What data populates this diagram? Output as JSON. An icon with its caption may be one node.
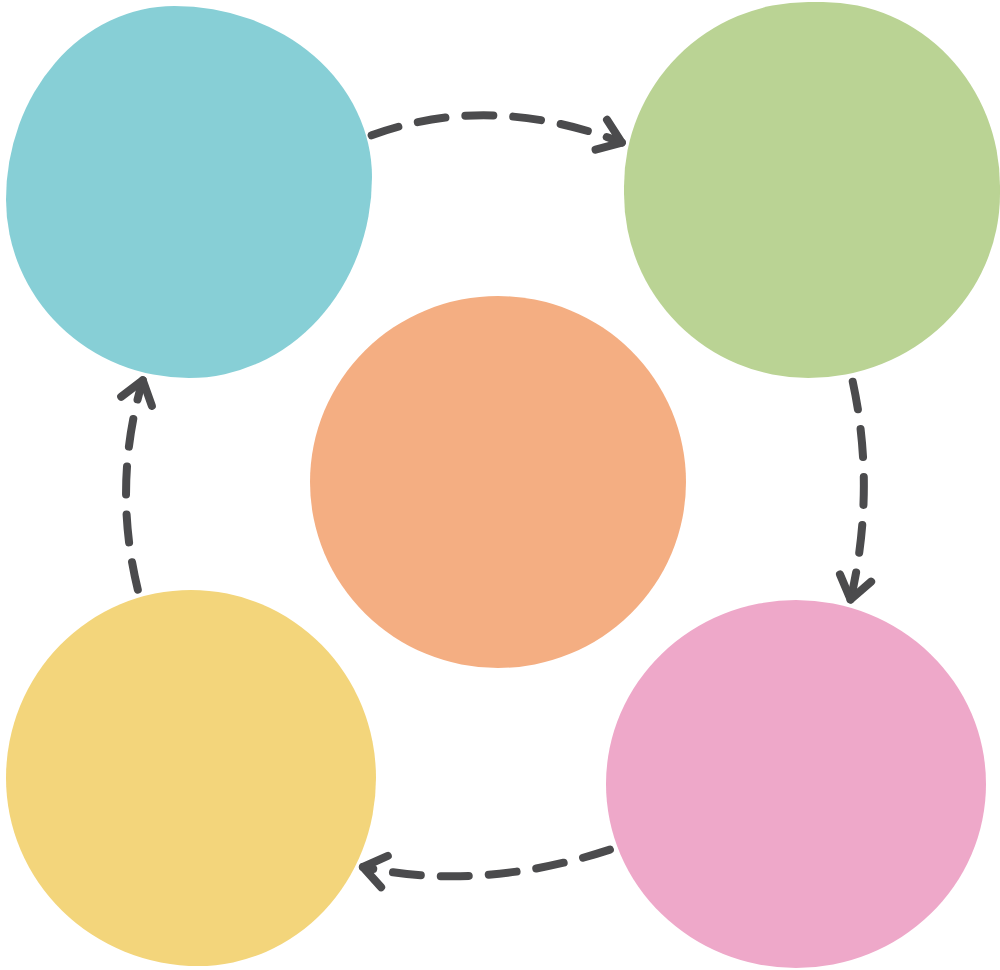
{
  "diagram": {
    "nodes": [
      {
        "text": [],
        "shape": "circle"
      },
      {
        "text": [],
        "shape": "circle"
      },
      {
        "text": [],
        "shape": "circle"
      },
      {
        "text": [],
        "shape": "circle"
      },
      {
        "text": [],
        "shape": "circle"
      }
    ],
    "edges": [
      {
        "from": 0,
        "to": 1,
        "arrow": "to",
        "style": "dashed"
      },
      {
        "from": 1,
        "to": 4,
        "arrow": "to",
        "style": "dashed"
      },
      {
        "from": 4,
        "to": 3,
        "arrow": "to",
        "style": "dashed"
      },
      {
        "from": 3,
        "to": 0,
        "arrow": "to",
        "style": "dashed"
      }
    ]
  }
}
